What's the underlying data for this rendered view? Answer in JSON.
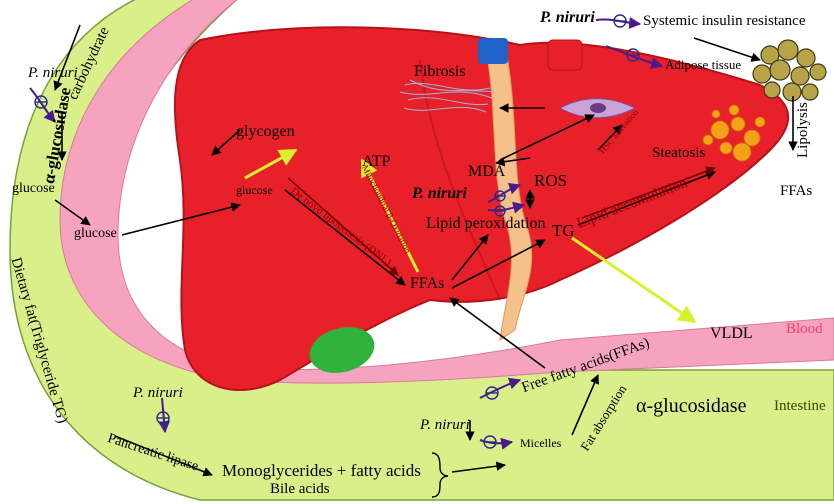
{
  "labels": {
    "p_niruri": "P. niruri",
    "carbohydrate": "carbohydrate",
    "alpha_glucosidase": "α-glucosidase",
    "glucose": "glucose",
    "glycogen": "glycogen",
    "atp": "ATP",
    "fibrosis": "Fibrosis",
    "mda": "MDA",
    "ros": "ROS",
    "lipid_peroxidation": "Lipid peroxidation",
    "tg": "TG",
    "ffas": "FFAs",
    "dnl": "De novo lipogenesis (DNL)",
    "mito_beta_ox": "Mitochondrial β-Oxidation",
    "hsc_activation": "HSC activation",
    "steatosis": "Steatosis",
    "lipid_accumulation": "Lipid accumulation",
    "systemic_insulin_resistance": "Systemic insulin resistance",
    "adipose_tissue": "Adipose tissue",
    "lipolysis": "Lipolysis",
    "vldl": "VLDL",
    "blood": "Blood",
    "intestine": "Intestine",
    "free_fatty_acids": "Free fatty acids(FFAs)",
    "fat_absorption": "Fat absorption",
    "micelles": "Micelles",
    "dietary_fat": "Dietary fat(Triglyceride TG)",
    "pancreatic_lipase": "Pancreatic lipase",
    "monoglycerides": "Monoglycerides + fatty acids",
    "bile_acids": "Bile acids"
  },
  "colors": {
    "liver": "#e8202a",
    "liver_dark": "#b5121b",
    "blood_band": "#f6a3bf",
    "intestine_band": "#d8ef8a",
    "gallbladder": "#2fb23a",
    "vessel_blue": "#1f63c9",
    "arrow_yellow": "#d9f02e",
    "arrow_purple": "#4b1a8c"
  },
  "icons": [
    "inhibit-icon",
    "adipose-cluster-icon",
    "stellate-cell-icon",
    "fibrosis-fibers-icon",
    "fat-droplets-icon"
  ]
}
